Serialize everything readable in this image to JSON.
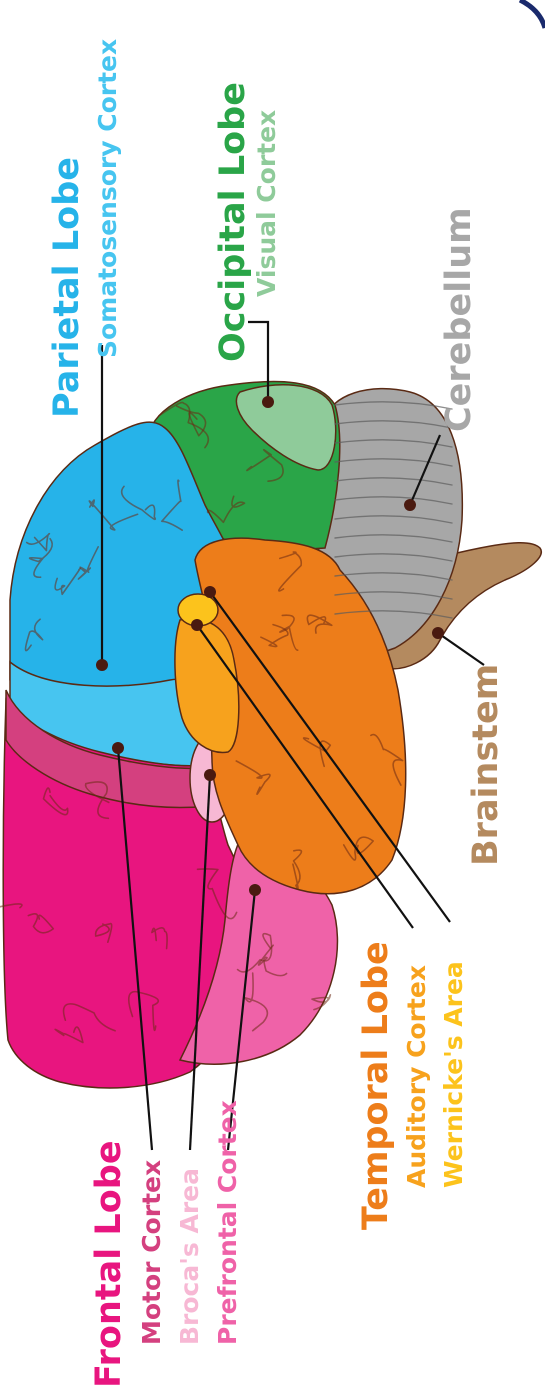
{
  "colors": {
    "frontal": "#e8157f",
    "motor": "#d4407f",
    "broca": "#f7b8d4",
    "prefrontal": "#ef62a8",
    "parietal": "#26b3e9",
    "somatosensory": "#47c5f0",
    "occipital": "#2aa548",
    "visual": "#8fcb9a",
    "temporal": "#ed7d1a",
    "auditory": "#f7a21d",
    "wernicke": "#fcc31c",
    "cerebellum": "#a7a7a7",
    "brainstem": "#b48a5f",
    "outline": "#5a2a14"
  },
  "labels": {
    "frontal_lobe": "Frontal Lobe",
    "motor_cortex": "Motor Cortex",
    "brocas_area": "Broca's Area",
    "prefrontal_cortex": "Prefrontal Cortex",
    "parietal_lobe": "Parietal Lobe",
    "somatosensory_cortex": "Somatosensory Cortex",
    "occipital_lobe": "Occipital Lobe",
    "visual_cortex": "Visual Cortex",
    "cerebellum": "Cerebellum",
    "brainstem": "Brainstem",
    "temporal_lobe": "Temporal Lobe",
    "auditory_cortex": "Auditory Cortex",
    "wernickes_area": "Wernicke's Area"
  }
}
